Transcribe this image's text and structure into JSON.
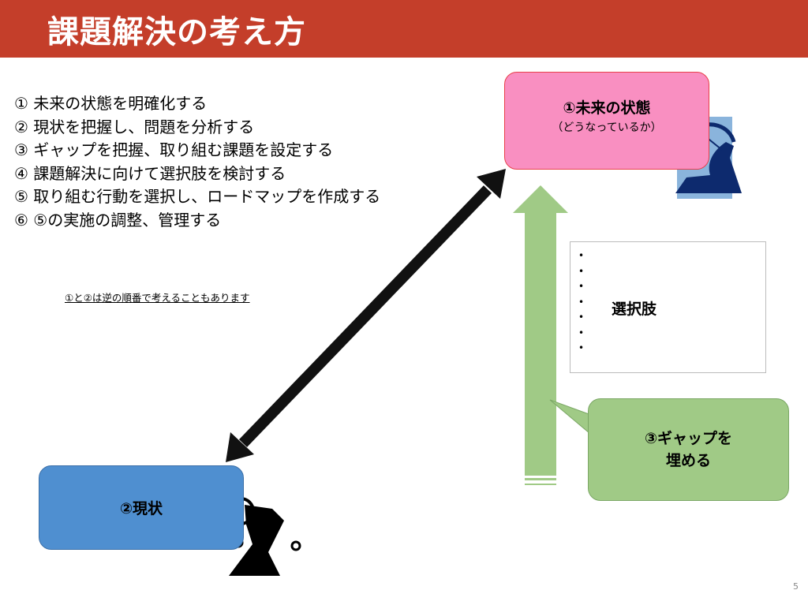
{
  "title": "課題解決の考え方",
  "steps": [
    "① 未来の状態を明確化する",
    "② 現状を把握し、問題を分析する",
    "③ ギャップを把握、取り組む課題を設定する",
    "④ 課題解決に向けて選択肢を検討する",
    "⑤ 取り組む行動を選択し、ロードマップを作成する",
    "⑥ ⑤の実施の調整、管理する"
  ],
  "note": "①と②は逆の順番で考えることもあります",
  "future": {
    "heading": "①未来の状態",
    "sub": "（どうなっているか）"
  },
  "current": {
    "heading": "②現状"
  },
  "choices": {
    "label": "選択肢",
    "bullets": "•\n•\n•\n•\n•\n•\n•"
  },
  "gap": {
    "line1": "③ギャップを",
    "line2": "埋める"
  },
  "page_number": "5",
  "colors": {
    "title_bar": "#c43e2a",
    "future": "#f98fc1",
    "current": "#4f8fd0",
    "gap": "#a0ca86"
  }
}
